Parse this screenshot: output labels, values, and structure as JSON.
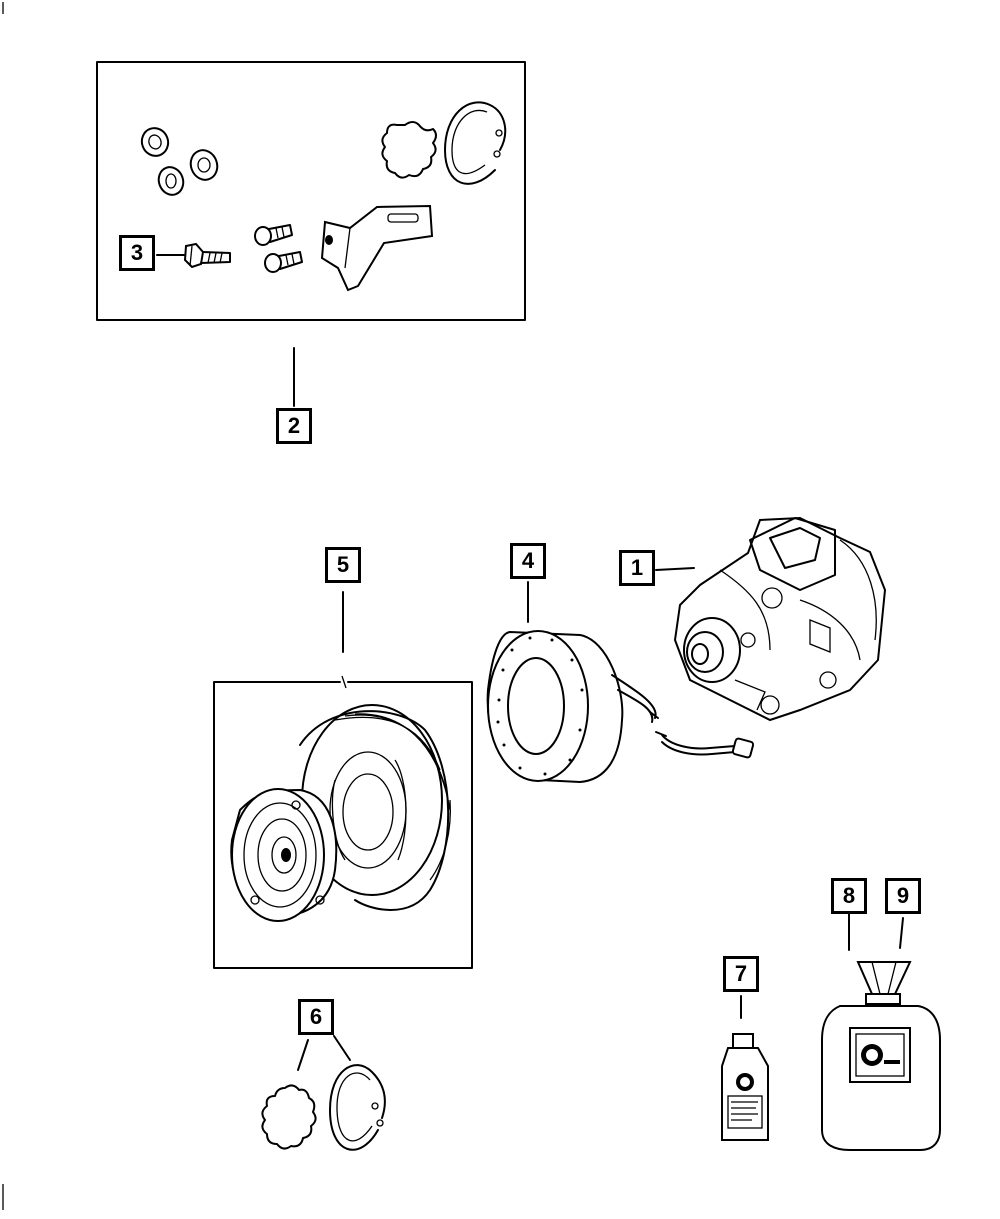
{
  "callouts": [
    {
      "id": "compressor",
      "label": "1"
    },
    {
      "id": "service-kit",
      "label": "2"
    },
    {
      "id": "bolt",
      "label": "3"
    },
    {
      "id": "clutch-coil",
      "label": "4"
    },
    {
      "id": "clutch-assembly",
      "label": "5"
    },
    {
      "id": "snap-rings",
      "label": "6"
    },
    {
      "id": "oil-bottle",
      "label": "7"
    },
    {
      "id": "refrigerant-tank-a",
      "label": "8"
    },
    {
      "id": "refrigerant-tank-b",
      "label": "9"
    }
  ]
}
